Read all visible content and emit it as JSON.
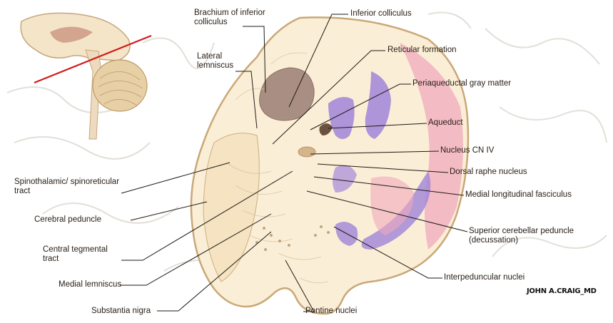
{
  "labels": {
    "brachium_inferior_colliculus": "Brachium of inferior colliculus",
    "inferior_colliculus": "Inferior colliculus",
    "reticular_formation": "Reticular formation",
    "lateral_lemniscus": "Lateral lemniscus",
    "periaqueductal_gray": "Periaqueductal gray matter",
    "aqueduct": "Aqueduct",
    "nucleus_cn_iv": "Nucleus CN IV",
    "dorsal_raphe": "Dorsal raphe nucleus",
    "spinothalamic": "Spinothalamic/ spinoreticular tract",
    "medial_longitudinal_fasciculus": "Medial longitudinal fasciculus",
    "cerebral_peduncle": "Cerebral peduncle",
    "superior_cerebellar_peduncle": "Superior cerebellar peduncle (decussation)",
    "central_tegmental_tract": "Central tegmental tract",
    "medial_lemniscus": "Medial lemniscus",
    "interpeduncular_nuclei": "Interpeduncular nuclei",
    "substantia_nigra": "Substantia nigra",
    "pontine_nuclei": "Pontine nuclei"
  },
  "signature": "JOHN A.CRAIG_MD",
  "colors": {
    "background_tissue": "#fbeed6",
    "outline": "#c9a878",
    "purple_tract": "#a58ad8",
    "pink_region": "#f0a9bd",
    "colliculus": "#a98f83",
    "leader_line": "#1e1a16",
    "section_line": "#d11b1b"
  }
}
